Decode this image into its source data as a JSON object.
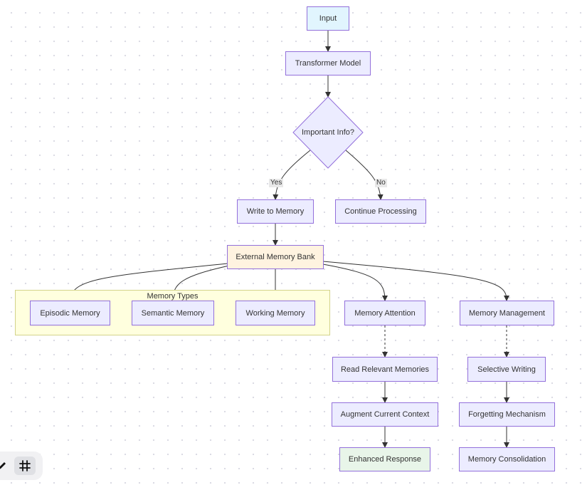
{
  "diagram": {
    "nodes": {
      "input": "Input",
      "transformer": "Transformer Model",
      "decision": "Important Info?",
      "write": "Write to Memory",
      "continue": "Continue Processing",
      "bank": "External Memory Bank",
      "episodic": "Episodic Memory",
      "semantic": "Semantic Memory",
      "working": "Working Memory",
      "attention": "Memory Attention",
      "management": "Memory Management",
      "read": "Read Relevant Memories",
      "augment": "Augment Current Context",
      "enhanced": "Enhanced Response",
      "selective": "Selective Writing",
      "forgetting": "Forgetting Mechanism",
      "consolidation": "Memory Consolidation"
    },
    "group_title": "Memory Types",
    "edge_labels": {
      "yes": "Yes",
      "no": "No"
    }
  },
  "toolbar": {
    "icons": [
      "pen-icon",
      "grid-icon"
    ]
  },
  "colors": {
    "node_fill": "#ececff",
    "node_border": "#9370db",
    "input_fill": "#e1f5fe",
    "bank_fill": "#fff3e0",
    "response_fill": "#e8f5e9",
    "group_fill": "#ffffde",
    "edge": "#333333"
  }
}
